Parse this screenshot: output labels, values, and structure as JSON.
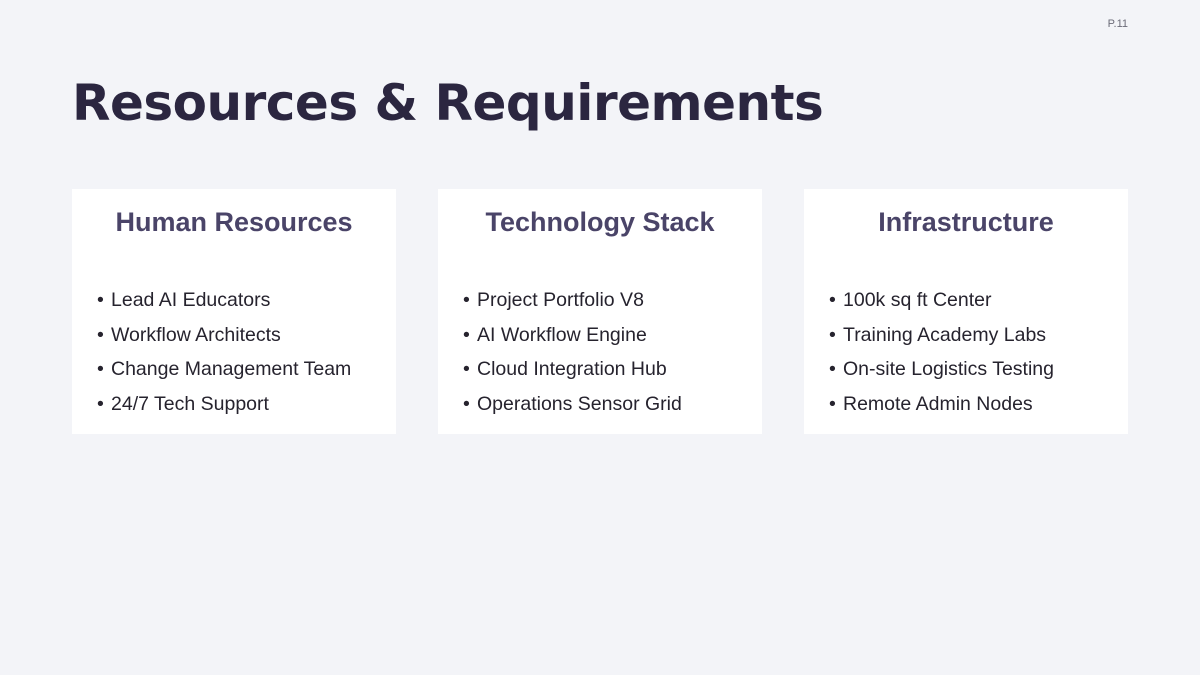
{
  "page_number": "P.11",
  "title": "Resources & Requirements",
  "bullet_glyph": "•",
  "cards": [
    {
      "title": "Human Resources",
      "items": [
        "Lead AI Educators",
        "Workflow Architects",
        "Change Management Team",
        "24/7 Tech Support"
      ]
    },
    {
      "title": "Technology Stack",
      "items": [
        "Project Portfolio V8",
        "AI Workflow Engine",
        "Cloud Integration Hub",
        "Operations Sensor Grid"
      ]
    },
    {
      "title": "Infrastructure",
      "items": [
        "100k sq ft Center",
        "Training Academy Labs",
        "On-site Logistics Testing",
        "Remote Admin Nodes"
      ]
    }
  ],
  "colors": {
    "background": "#f3f4f8",
    "title": "#2b2640",
    "card_title": "#4a4468",
    "card_background": "#ffffff",
    "body_text": "#26232e"
  }
}
